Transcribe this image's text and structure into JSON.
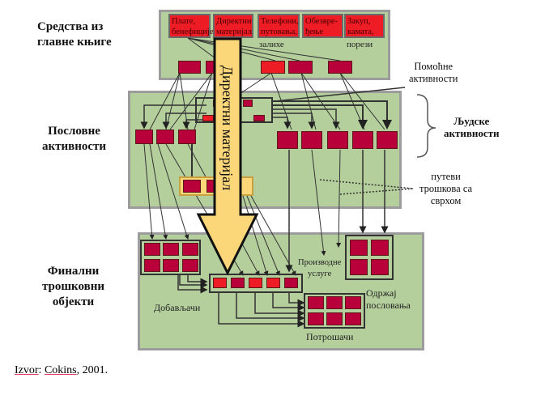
{
  "left_labels": {
    "ledger": [
      "Средства из",
      "главне књиге"
    ],
    "business": [
      "Пословне",
      "активности"
    ],
    "final": [
      "Финални",
      "трошковни",
      "објекти"
    ]
  },
  "ledger_items": [
    {
      "line1": "Плате,",
      "line2": "бенефиције"
    },
    {
      "line1": "Директни",
      "line2": "материјал"
    },
    {
      "line1": "Телефони,",
      "line2": "путовања,",
      "line3": "залихе"
    },
    {
      "line1": "Обезвре-",
      "line2": "ђење"
    },
    {
      "line1": "Закуп,",
      "line2": "камата,",
      "line3": "порези"
    }
  ],
  "right_labels": {
    "support": [
      "Помоћне",
      "активности"
    ],
    "human": [
      "Људске",
      "активности"
    ],
    "purpose": [
      "путеви",
      "трошкова са",
      "сврхом"
    ]
  },
  "arrow_label": "Директни материјал",
  "final_objects": {
    "suppliers": "Добављачи",
    "services": [
      "Производне",
      "услуге"
    ],
    "maintenance": [
      "Одржај",
      "пословања"
    ],
    "customers": "Потрошачи"
  },
  "colors": {
    "panel": "#b4cf9c",
    "activity": "#b8003a",
    "resource": "#ee1c25",
    "arrow": "#fbd779"
  },
  "footer": {
    "source_label": "Izvor",
    "author": "Cokins",
    "year": ", 2001."
  }
}
